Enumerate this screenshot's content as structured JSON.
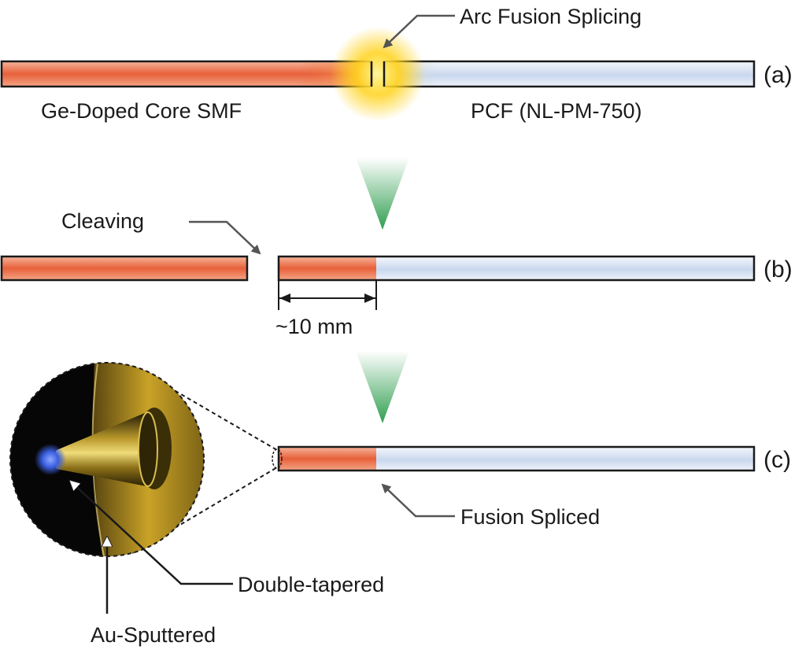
{
  "labels": {
    "arc_fusion_splicing": "Arc Fusion Splicing",
    "smf": "Ge-Doped Core SMF",
    "pcf": "PCF (NL-PM-750)",
    "cleaving": "Cleaving",
    "length": "~10 mm",
    "fusion_spliced": "Fusion Spliced",
    "double_tapered": "Double-tapered",
    "au_sputtered": "Au-Sputtered"
  },
  "panels": [
    "(a)",
    "(b)",
    "(c)"
  ],
  "colors": {
    "smf_core": "#e8603a",
    "pcf_core": "#c9d8ee",
    "arc_glow": "#ffd21a",
    "step_arrow": "#2f9e4f",
    "gold": "#c9a227",
    "tip_glow": "#3a5fe0",
    "outline": "#1a1a1a"
  },
  "icons": {
    "step_arrow": "down-triangle-icon",
    "callout_arrow": "arrow-icon"
  }
}
